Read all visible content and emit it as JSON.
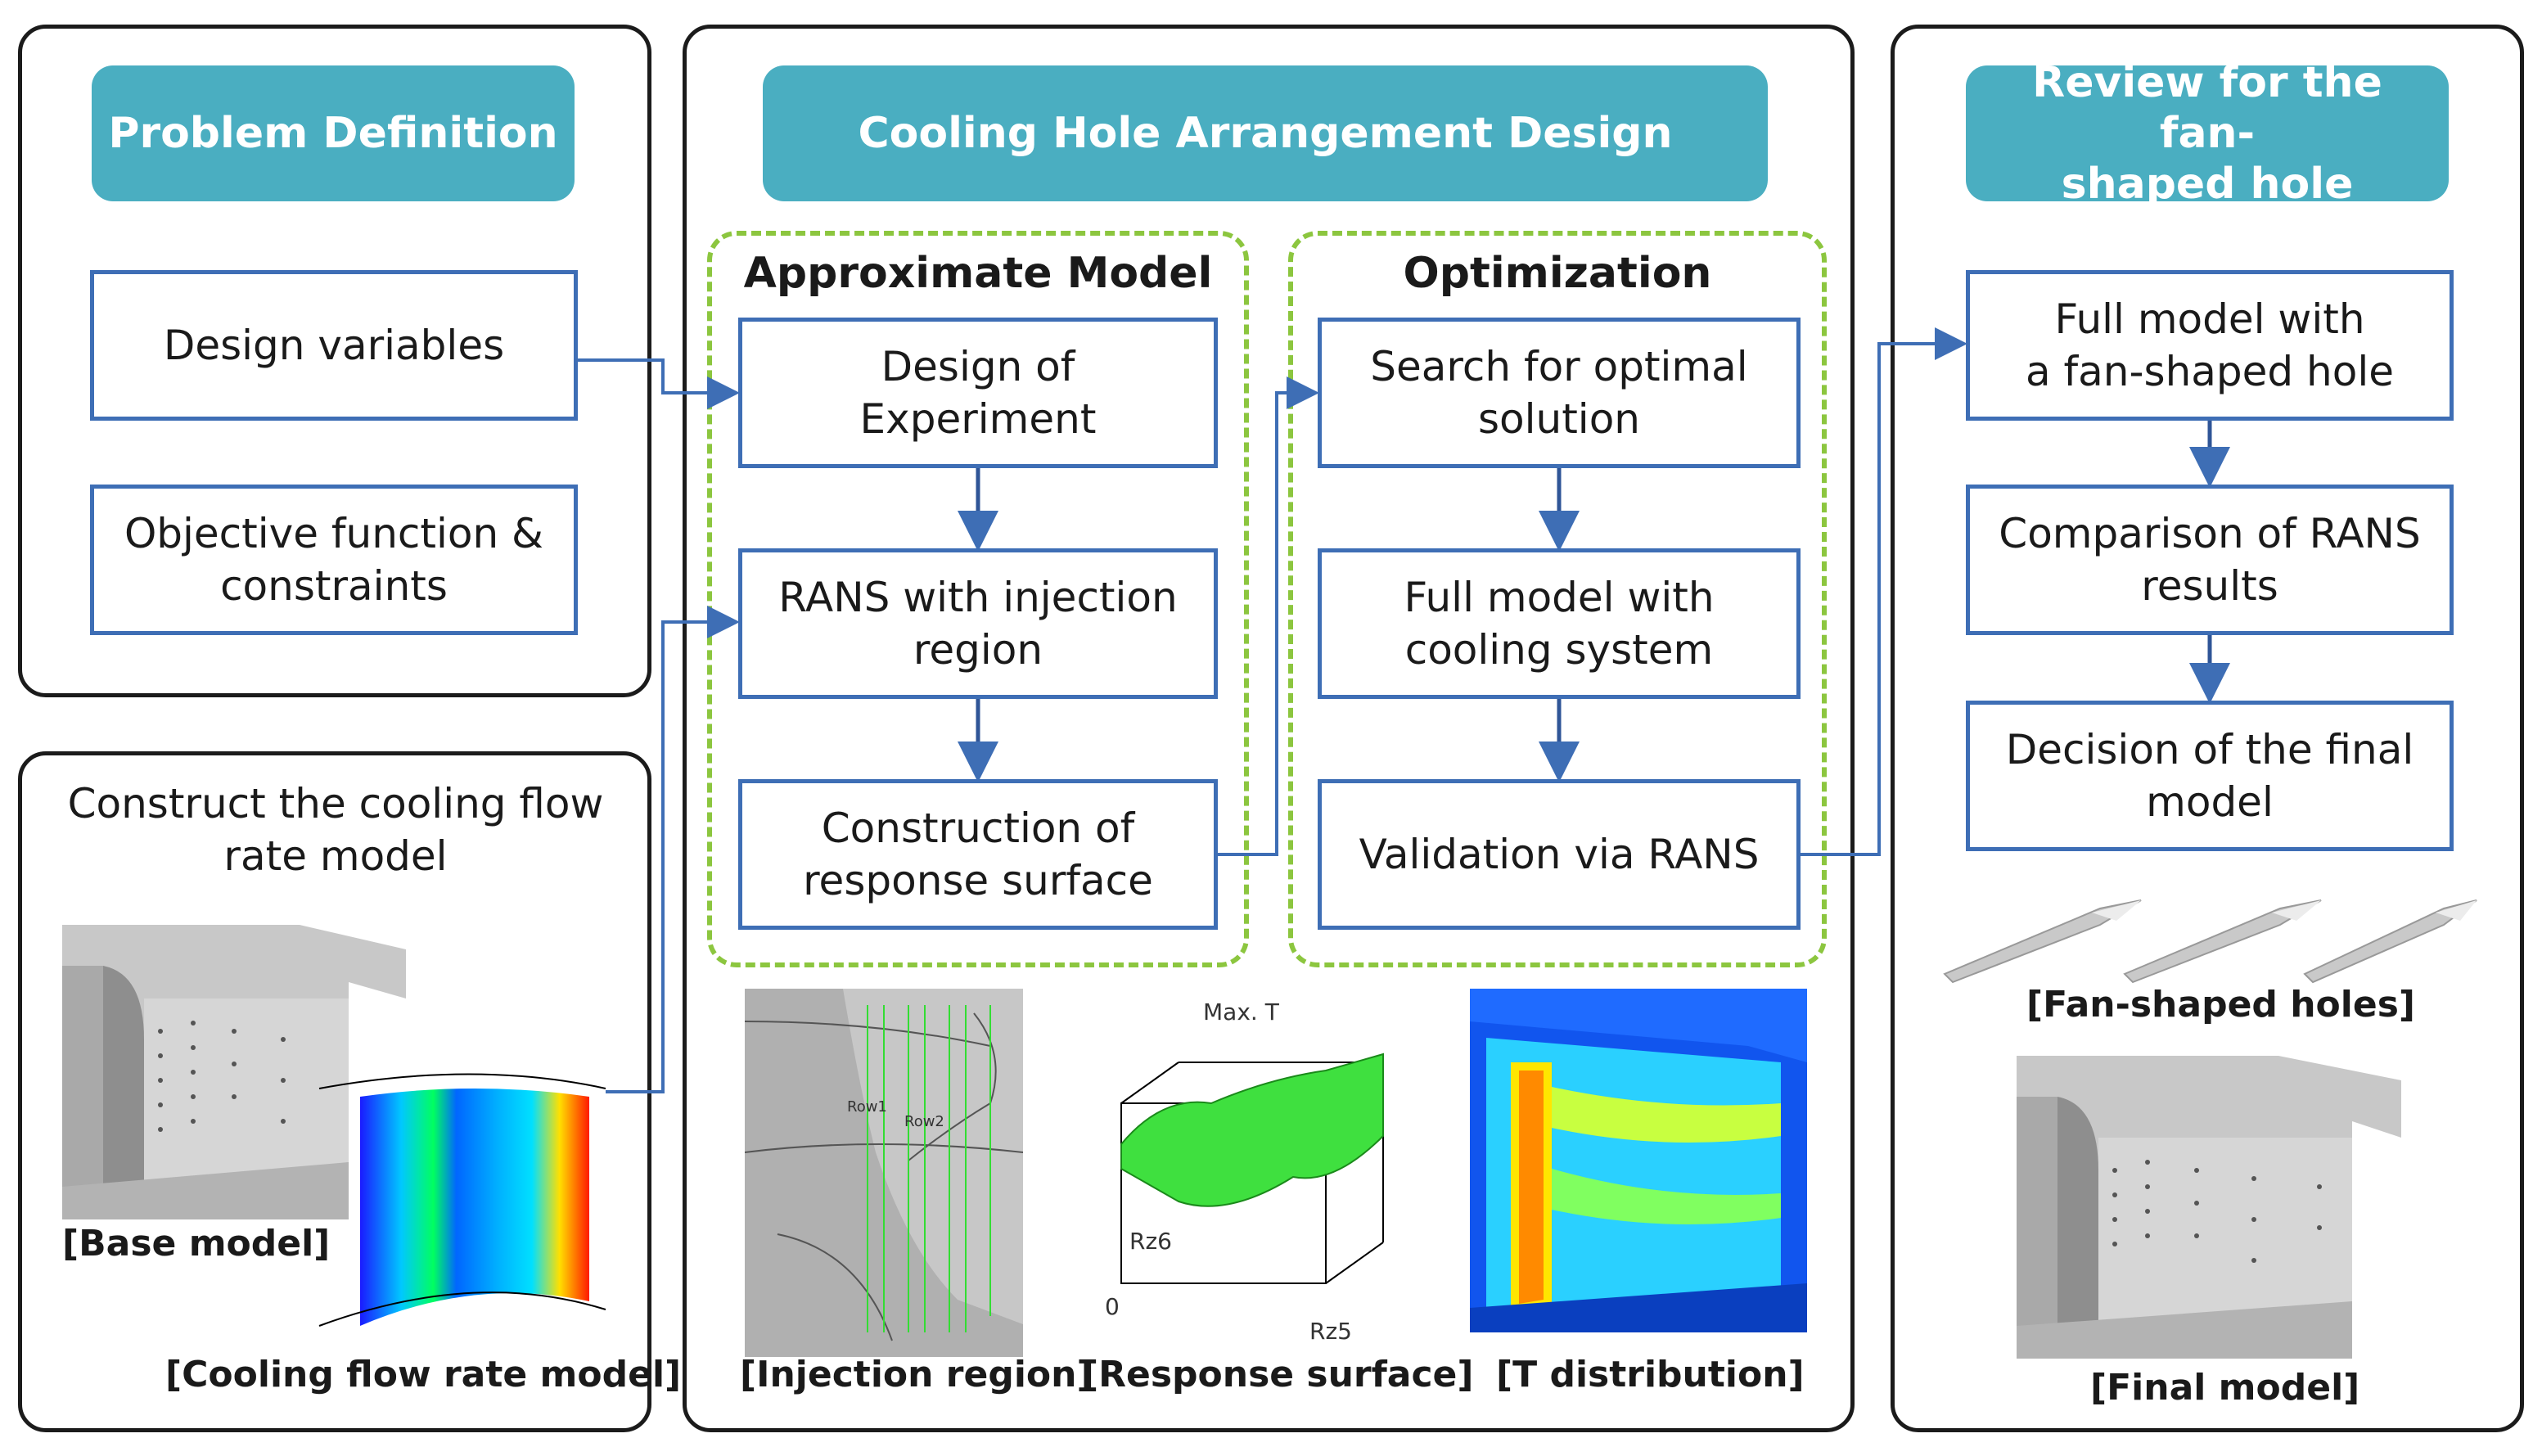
{
  "left": {
    "header": "Problem Definition",
    "boxes": [
      "Design variables",
      "Objective function &\nconstraints"
    ],
    "cooling": {
      "title": "Construct the cooling flow\nrate model",
      "caption_base": "[Base model]",
      "caption_flow": "[Cooling flow rate model]"
    }
  },
  "middle": {
    "header": "Cooling Hole Arrangement Design",
    "approx": {
      "title": "Approximate Model",
      "boxes": [
        "Design of\nExperiment",
        "RANS with injection\nregion",
        "Construction of\nresponse surface"
      ]
    },
    "opt": {
      "title": "Optimization",
      "boxes": [
        "Search for optimal\nsolution",
        "Full model with\ncooling system",
        "Validation via RANS"
      ]
    },
    "captions": [
      "[Injection region]",
      "[Response surface]",
      "[T distribution]"
    ],
    "plot_labels": {
      "maxT": "Max. T",
      "rz6": "Rz6",
      "rz5": "Rz5",
      "zero": "0",
      "row1": "Row1",
      "row2": "Row2"
    }
  },
  "right": {
    "header": "Review for the fan-\nshaped hole",
    "boxes": [
      "Full model with\na fan-shaped hole",
      "Comparison of RANS\nresults",
      "Decision of the final\nmodel"
    ],
    "caption_fan": "[Fan-shaped holes]",
    "caption_final": "[Final model]"
  },
  "colors": {
    "header": "#4aaec1",
    "box_border": "#3e6eb5",
    "dash": "#8cc63f",
    "arrow": "#3e6eb5"
  }
}
